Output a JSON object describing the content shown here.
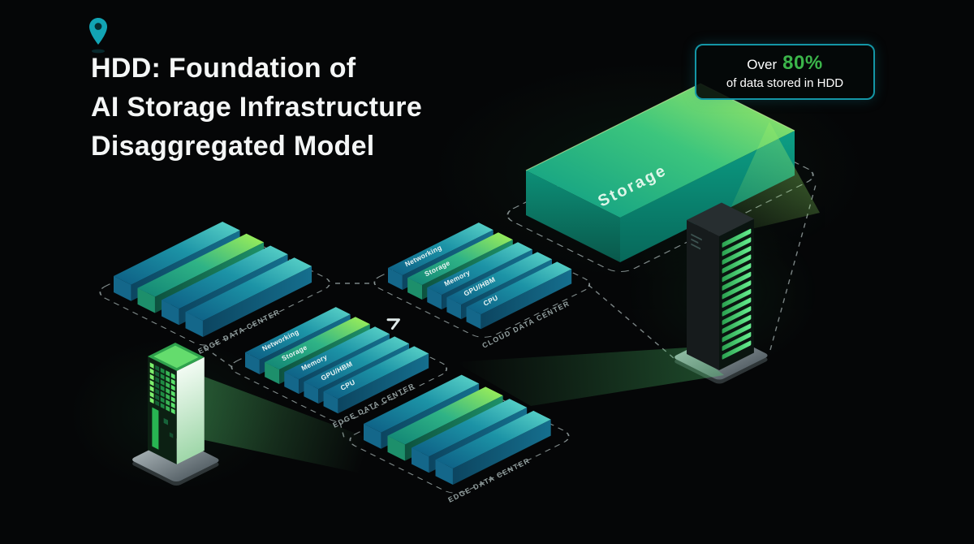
{
  "page": {
    "background": "#050607"
  },
  "header": {
    "title_lines": [
      "HDD: Foundation of",
      "AI Storage Infrastructure",
      "Disaggregated Model"
    ]
  },
  "callout": {
    "prefix": "Over",
    "percent": "80%",
    "line2": "of data stored in HDD"
  },
  "storage": {
    "label": "Storage"
  },
  "clusters": [
    {
      "id": "edge-left",
      "label": "EDGE DATA CENTER",
      "bars": 4,
      "bar_labels": []
    },
    {
      "id": "edge-middle",
      "label": "EDGE DATA CENTER",
      "bars": 5,
      "bar_labels": [
        "Networking",
        "Storage",
        "Memory",
        "GPU/HBM",
        "CPU"
      ]
    },
    {
      "id": "cloud",
      "label": "CLOUD DATA CENTER",
      "bars": 5,
      "bar_labels": [
        "Networking",
        "Storage",
        "Memory",
        "GPU/HBM",
        "CPU"
      ]
    },
    {
      "id": "edge-bottom",
      "label": "EDGE DATA CENTER",
      "bars": 4,
      "bar_labels": []
    }
  ],
  "icons": {
    "pin": "location-pin",
    "arrow": "flow-arrow"
  },
  "colors": {
    "accent_teal": "#1496a6",
    "accent_green": "#3bb54a",
    "pin": "#12a4b4",
    "storage_green": "#35bd7e",
    "bar_blue": "#1c93a6"
  }
}
